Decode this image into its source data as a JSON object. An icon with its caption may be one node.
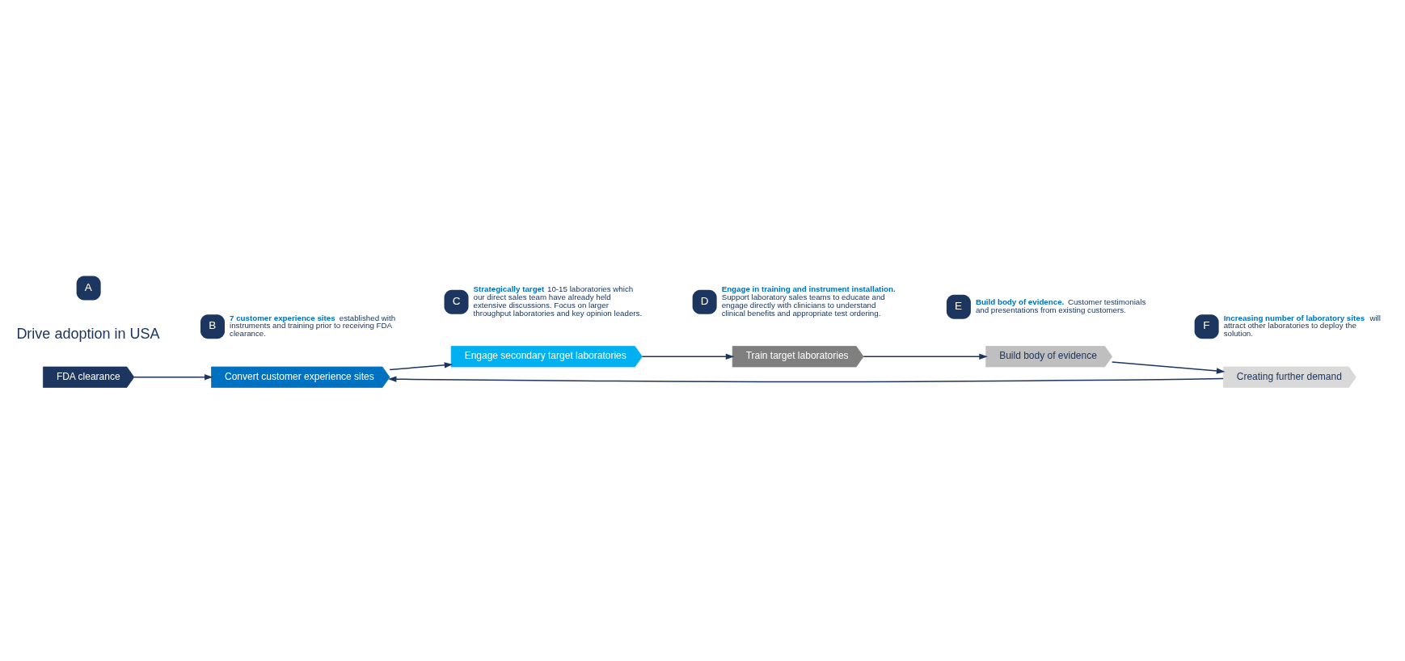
{
  "diagram": {
    "nodes": [
      {
        "text": [
          "FDA clearance"
        ]
      },
      {
        "text": [
          "Convert customer experience sites"
        ]
      },
      {
        "text": [
          "Engage secondary target laboratories"
        ]
      },
      {
        "text": [
          "Train target laboratories"
        ]
      },
      {
        "text": [
          "Build body of evidence"
        ]
      },
      {
        "text": [
          "Creating further demand"
        ]
      },
      {
        "text": [
          "Drive adoption in USA"
        ]
      },
      {
        "text": [
          "A"
        ]
      },
      {
        "text": [
          "B"
        ],
        "beside": [
          "**7 customer experience sites** established with instruments and training prior to receiving FDA clearance."
        ]
      },
      {
        "text": [
          "C"
        ],
        "beside": [
          "**Strategically target** 10-15 laboratories which our direct sales team have already held extensive discussions. Focus on larger throughput laboratories and key opinion leaders."
        ]
      },
      {
        "text": [
          "D"
        ],
        "beside": [
          "**Engage in training and instrument installation.** Support laboratory sales teams to educate and engage directly with clinicians to understand clinical benefits and appropriate test ordering."
        ]
      },
      {
        "text": [
          "E"
        ],
        "beside": [
          "**Build body of evidence.** Customer testimonials and presentations from existing customers."
        ]
      },
      {
        "text": [
          "F"
        ],
        "beside": [
          "**Increasing number of laboratory sites** will attract other laboratories to deploy the solution."
        ]
      }
    ],
    "edges": [
      {
        "from": 0,
        "to": 1,
        "arrow": "to"
      },
      {
        "from": 1,
        "to": 2,
        "arrow": "to"
      },
      {
        "from": 2,
        "to": 3,
        "arrow": "to"
      },
      {
        "from": 3,
        "to": 4,
        "arrow": "to"
      },
      {
        "from": 4,
        "to": 5,
        "arrow": "to"
      },
      {
        "from": 5,
        "to": 1,
        "arrow": "to"
      }
    ]
  }
}
